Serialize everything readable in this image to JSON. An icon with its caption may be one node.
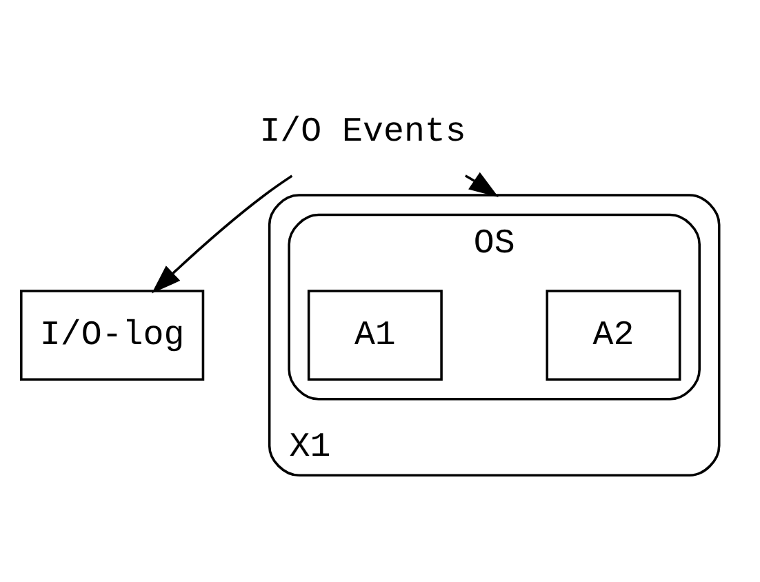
{
  "diagram": {
    "nodes": [
      {
        "text": [
          "I/O Events"
        ]
      },
      {
        "text": [
          "I/O-log"
        ]
      },
      {
        "text": [
          "X1"
        ]
      },
      {
        "text": [
          "OS"
        ],
        "in": 2
      },
      {
        "text": [
          "A2"
        ],
        "in": 3
      },
      {
        "text": [
          "A1"
        ],
        "in": 3
      }
    ],
    "edges": [
      {
        "from": 0,
        "to": 1,
        "arrow": "to"
      },
      {
        "from": 0,
        "to": 2,
        "arrow": "to"
      }
    ]
  }
}
